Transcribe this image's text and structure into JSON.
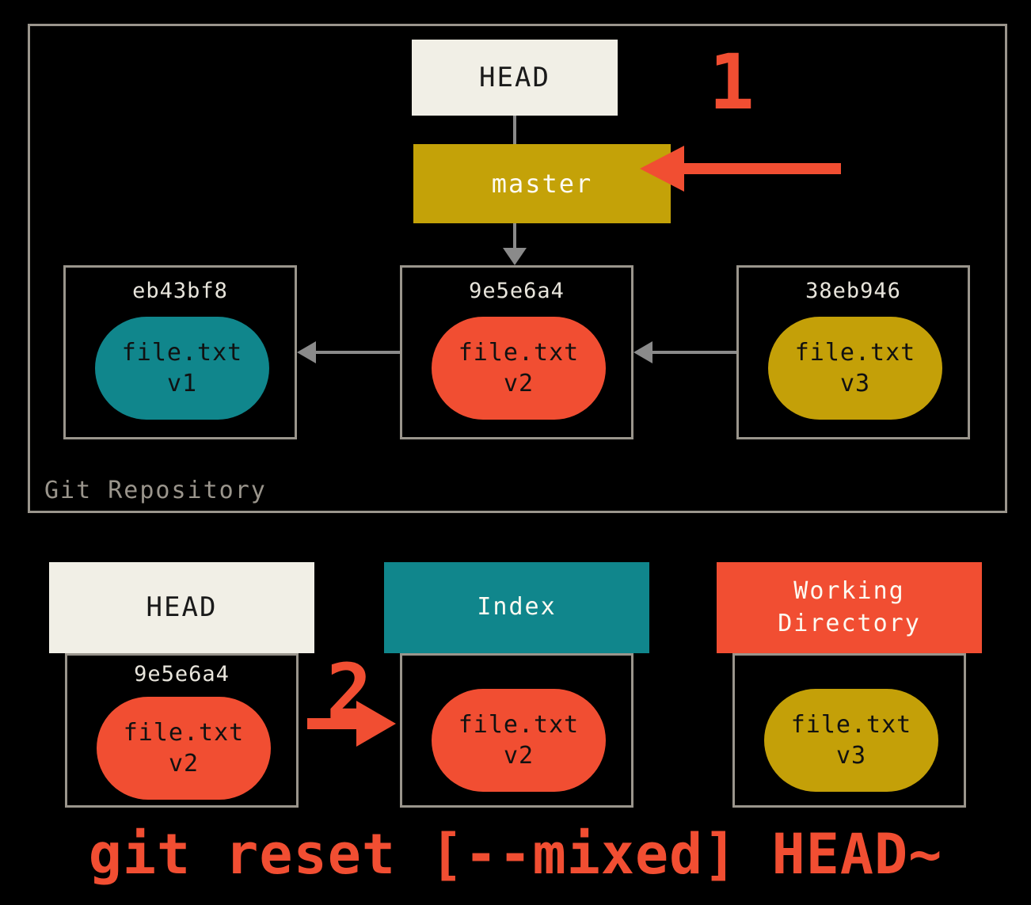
{
  "colors": {
    "background": "#000000",
    "off_white": "#f1efe6",
    "gold": "#c4a208",
    "teal": "#10868c",
    "red": "#f14e32",
    "gray_arrow": "#8a8a8a",
    "box_border": "#9a958c",
    "hash_text": "#e8e5dc"
  },
  "repository": {
    "label": "Git Repository",
    "head": {
      "label": "HEAD"
    },
    "branch": {
      "label": "master"
    },
    "commits": [
      {
        "hash": "eb43bf8",
        "file": "file.txt",
        "version": "v1"
      },
      {
        "hash": "9e5e6a4",
        "file": "file.txt",
        "version": "v2"
      },
      {
        "hash": "38eb946",
        "file": "file.txt",
        "version": "v3"
      }
    ]
  },
  "steps": {
    "step1": "1",
    "step2": "2"
  },
  "areas": {
    "head": {
      "title": "HEAD",
      "hash": "9e5e6a4",
      "file": "file.txt",
      "version": "v2"
    },
    "index": {
      "title": "Index",
      "file": "file.txt",
      "version": "v2"
    },
    "working_directory": {
      "title": "Working Directory",
      "file": "file.txt",
      "version": "v3"
    }
  },
  "command": "git reset [--mixed] HEAD~"
}
